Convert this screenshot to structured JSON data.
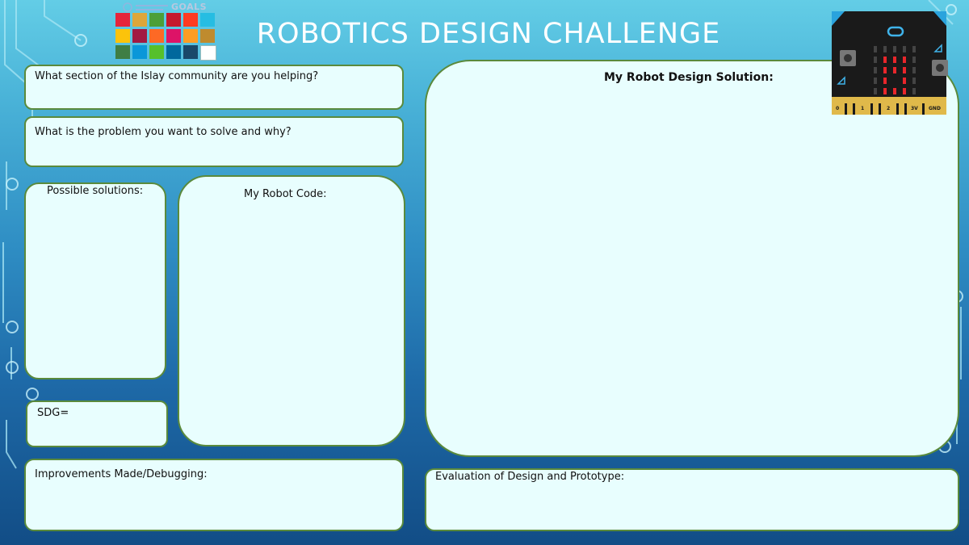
{
  "header": {
    "title": "ROBOTICS DESIGN CHALLENGE",
    "sdg_logo_word": "GOALS"
  },
  "sections": {
    "community": "What section of the Islay community are you helping?",
    "problem": "What is the problem you want to solve and why?",
    "possible_solutions": "Possible solutions:",
    "robot_code": "My Robot  Code:",
    "design_solution": "My Robot Design Solution:",
    "sdg": "SDG=",
    "improvements": "Improvements Made/Debugging:",
    "evaluation": "Evaluation of Design and Prototype:"
  },
  "microbit": {
    "pins": [
      "0",
      "1",
      "2",
      "3V",
      "GND"
    ]
  },
  "colors": {
    "box_fill": "#e8fefe",
    "box_border": "#5a8a3c",
    "title_text": "#ffffff",
    "led_red": "#e8262b",
    "board_black": "#1a1a1a",
    "edge_gold": "#e0b94a"
  }
}
